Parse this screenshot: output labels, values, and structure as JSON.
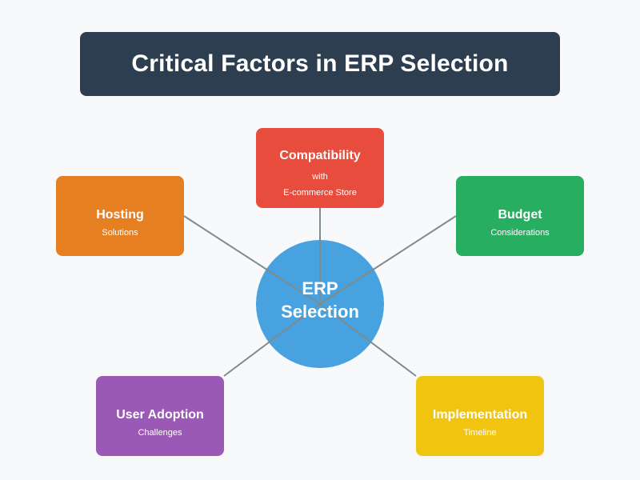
{
  "title": "Critical Factors in ERP Selection",
  "hub": {
    "line1": "ERP",
    "line2": "Selection",
    "color": "#3498db"
  },
  "connector_color": "#7f8c8d",
  "factors": [
    {
      "id": "compatibility",
      "title": "Compatibility",
      "subtitle_lines": [
        "with",
        "E-commerce Store"
      ],
      "color": "#e74c3c"
    },
    {
      "id": "hosting",
      "title": "Hosting",
      "subtitle_lines": [
        "Solutions"
      ],
      "color": "#e67e22"
    },
    {
      "id": "budget",
      "title": "Budget",
      "subtitle_lines": [
        "Considerations"
      ],
      "color": "#27ae60"
    },
    {
      "id": "user-adoption",
      "title": "User Adoption",
      "subtitle_lines": [
        "Challenges"
      ],
      "color": "#9b59b6"
    },
    {
      "id": "implementation",
      "title": "Implementation",
      "subtitle_lines": [
        "Timeline"
      ],
      "color": "#f1c40f"
    }
  ],
  "colors": {
    "background": "#f8f9fa",
    "title_banner": "#2c3e50",
    "text": "#ffffff"
  }
}
